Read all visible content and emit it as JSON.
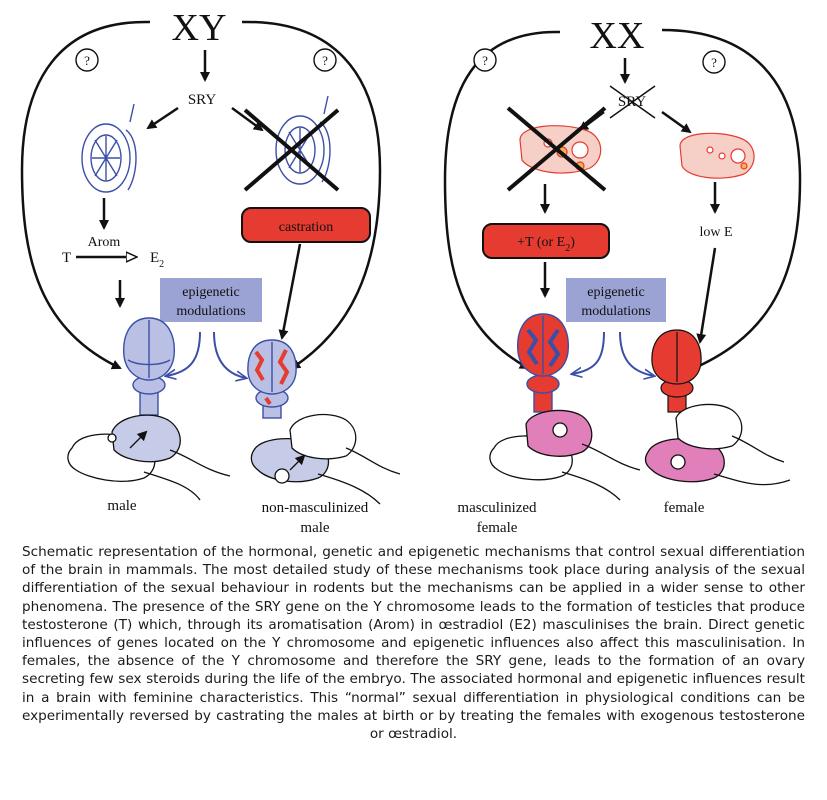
{
  "left_panel": {
    "genotype": "XY",
    "question_mark": "?",
    "sry": "SRY",
    "arom": "Arom",
    "t": "T",
    "e2_base": "E",
    "e2_sub": "2",
    "castration": "castration",
    "epigenetic_line1": "epigenetic",
    "epigenetic_line2": "modulations",
    "label_male": "male",
    "label_nonmasc_line1": "non-masculinized",
    "label_nonmasc_line2": "male"
  },
  "right_panel": {
    "genotype": "XX",
    "question_mark": "?",
    "sry": "SRY",
    "treatment_prefix": "+T (or E",
    "treatment_sub": "2",
    "treatment_suffix": ")",
    "low_e": "low E",
    "epigenetic_line1": "epigenetic",
    "epigenetic_line2": "modulations",
    "label_masc_line1": "masculinized",
    "label_masc_line2": "female",
    "label_female": "female"
  },
  "colors": {
    "blue_ink": "#3c4fa8",
    "brain_blue": "#b9c0e4",
    "red": "#e53b30",
    "pink": "#e07fb9",
    "ovary_pink": "#f6cfc7",
    "epigenetic_box": "#9aa3d4"
  },
  "caption": "Schematic representation of the hormonal, genetic and epigenetic mechanisms that control sexual differentiation of the brain in mammals. The most detailed study of these mechanisms took place during analysis of the sexual differentiation of the sexual behaviour in rodents but the mechanisms can be applied in a wider sense to other phenomena. The presence of the SRY gene on the Y chromosome leads to the formation of testicles that produce testosterone (T) which, through its aromatisation (Arom) in œstradiol (E2) masculinises the brain. Direct genetic influences of genes located on the Y chromosome and epigenetic influences also affect this masculinisation. In females, the absence of the Y chromosome and therefore the SRY gene, leads to the formation of an ovary secreting few sex steroids during the life of the embryo. The associated hormonal and epigenetic influences result in a brain with feminine characteristics. This “normal” sexual differentiation in physiological conditions can be experimentally reversed by castrating the males at birth or by treating the females with exogenous testosterone or œstradiol."
}
